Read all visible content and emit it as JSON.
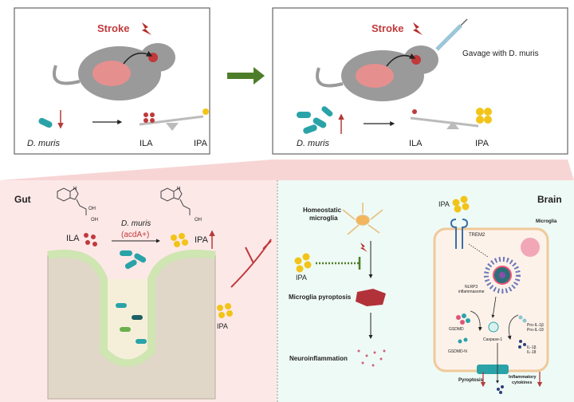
{
  "top_left": {
    "stroke": "Stroke",
    "bacteria": "D. muris",
    "ila": "ILA",
    "ipa": "IPA"
  },
  "top_right": {
    "stroke": "Stroke",
    "gavage": "Gavage with D. muris",
    "bacteria": "D. muris",
    "ila": "ILA",
    "ipa": "IPA"
  },
  "gut": {
    "title": "Gut",
    "ila": "ILA",
    "ipa": "IPA",
    "enzyme_species": "D. muris",
    "enzyme_gene": "(acdA+)",
    "oh1": "OH",
    "oh2": "OH",
    "oh3": "OH",
    "nh1": "H",
    "nh2": "H",
    "ipa_blood": "IPA"
  },
  "brain": {
    "title": "Brain",
    "homeostatic": [
      "Homeostatic",
      "microglia"
    ],
    "ipa": "IPA",
    "pyroptosis_stage": "Microglia pyroptosis",
    "neuroinflammation": "Neuroinflammation",
    "ipa_receptor": "IPA",
    "trem2": "TREM2",
    "microglia": "Microglia",
    "nlrp3": [
      "NLRP3",
      "inflammasome"
    ],
    "gsdmd": "GSDMD",
    "gsdmd_n": "GSDMD-N",
    "caspase": "Caspase-1",
    "pro_il": [
      "Pro-IL-1β",
      "Pro-IL-18"
    ],
    "il": [
      "IL-1β",
      "IL-18"
    ],
    "pyroptosis": "Pyroptosis",
    "cytokines": [
      "Inflammatory",
      "cytokines"
    ]
  },
  "colors": {
    "gut_bg": "#fde8e8",
    "brain_bg": "#eefaf5",
    "ipa": "#f2c418",
    "ila": "#c0393b",
    "bacteria": "#2aa3a8",
    "arrow_green": "#4e7d2a",
    "up_down_arrow": "#b53a3a"
  }
}
